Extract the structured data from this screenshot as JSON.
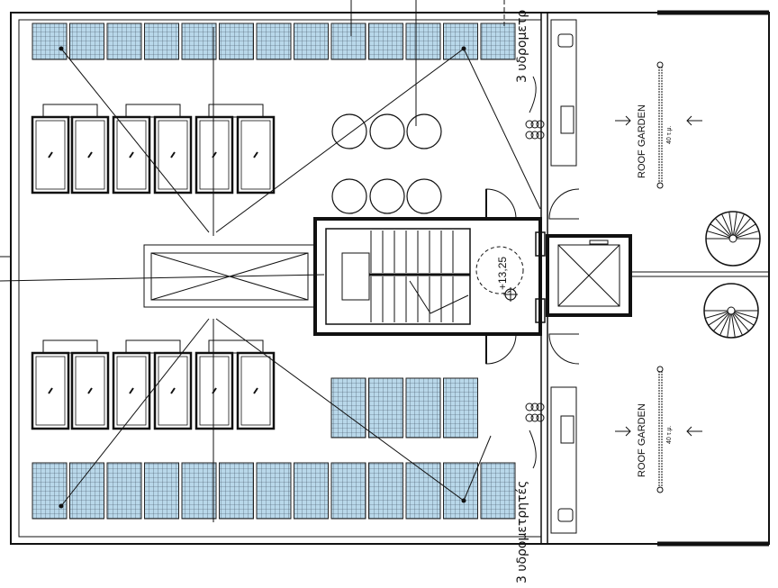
{
  "roof_garden": {
    "label_top": "ROOF GARDEN",
    "area_top": "40 τ.μ.",
    "label_bottom": "ROOF GARDEN",
    "area_bottom": "40 τ.μ."
  },
  "elevation_mark": "+13,25",
  "water_meters": {
    "label_top": "3 υδρομετρ",
    "label_bottom": "3 υδρομετρητές"
  },
  "panels": {
    "fill_color": "#b9d8ea",
    "grid_color": "#3a4a5a"
  },
  "line_color": "#111111"
}
